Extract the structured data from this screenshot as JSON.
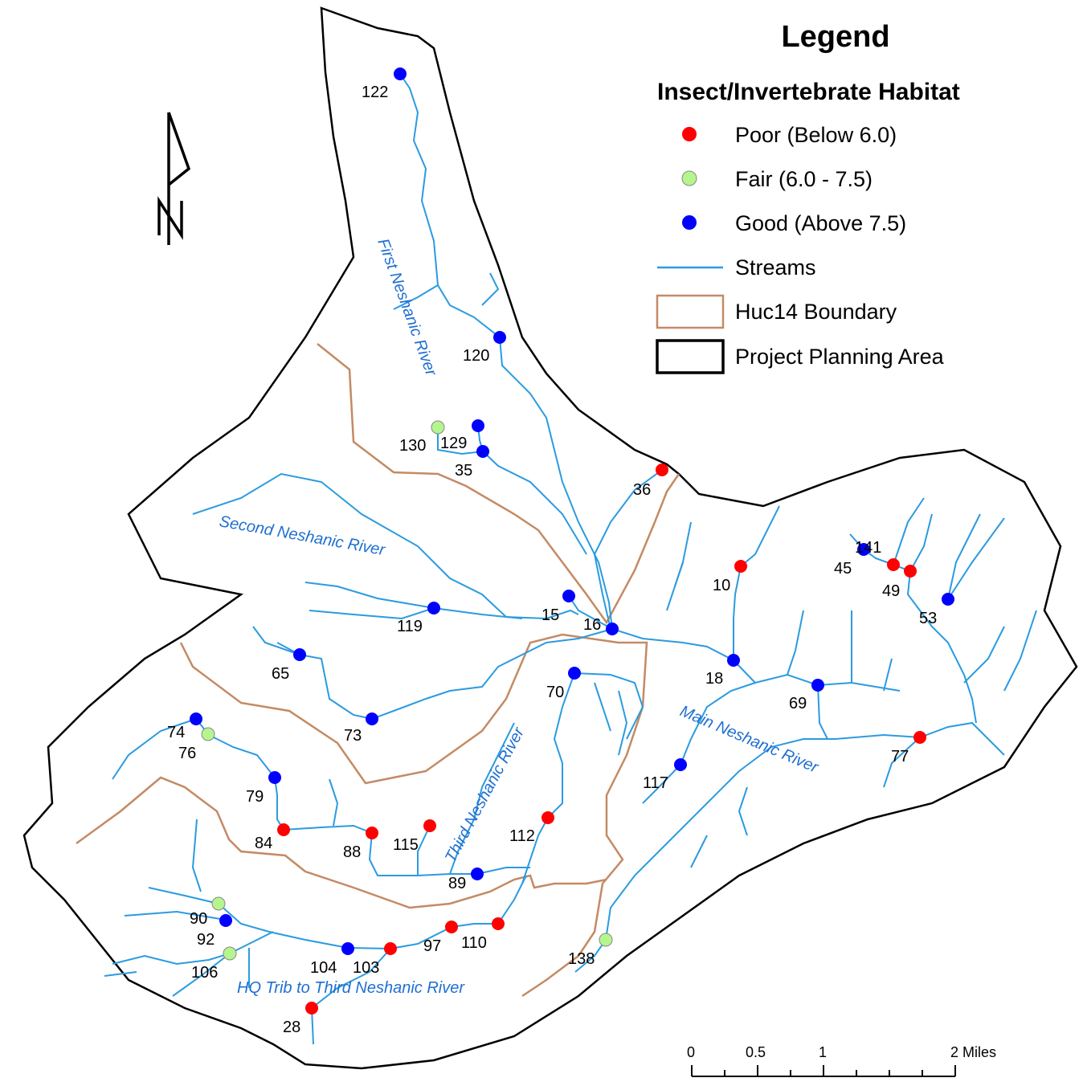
{
  "legend": {
    "title": "Legend",
    "subtitle": "Insect/Invertebrate Habitat",
    "poor": "Poor (Below 6.0)",
    "fair": "Fair (6.0 - 7.5)",
    "good": "Good (Above 7.5)",
    "streams": "Streams",
    "huc14": "Huc14 Boundary",
    "planning": "Project Planning Area"
  },
  "colors": {
    "poor": "#ff0000",
    "fair": "#b5f58e",
    "good": "#0000ff",
    "stream": "#2b9be0",
    "huc14": "#c48a64",
    "planning": "#000000",
    "river_label": "#1f6fd0"
  },
  "rivers": {
    "first": "First Neshanic River",
    "second": "Second Neshanic River",
    "third": "Third Neshanic River",
    "main": "Main Neshanic River",
    "hq": "HQ Trib to Third Neshanic River"
  },
  "scale": {
    "t0": "0",
    "t05": "0.5",
    "t1": "1",
    "t2": "2 Miles"
  },
  "north_icon": "north-arrow-icon",
  "sites": {
    "s122": "122",
    "s120": "120",
    "s130": "130",
    "s129": "129",
    "s35": "35",
    "s36": "36",
    "s10": "10",
    "s141": "141",
    "s45": "45",
    "s49": "49",
    "s53": "53",
    "s119": "119",
    "s15": "15",
    "s16": "16",
    "s65": "65",
    "s18": "18",
    "s69": "69",
    "s70": "70",
    "s73": "73",
    "s74": "74",
    "s76": "76",
    "s77": "77",
    "s79": "79",
    "s117": "117",
    "s84": "84",
    "s88": "88",
    "s115": "115",
    "s112": "112",
    "s89": "89",
    "s90": "90",
    "s92": "92",
    "s104": "104",
    "s103": "103",
    "s97": "97",
    "s110": "110",
    "s138": "138",
    "s106": "106",
    "s28": "28"
  }
}
